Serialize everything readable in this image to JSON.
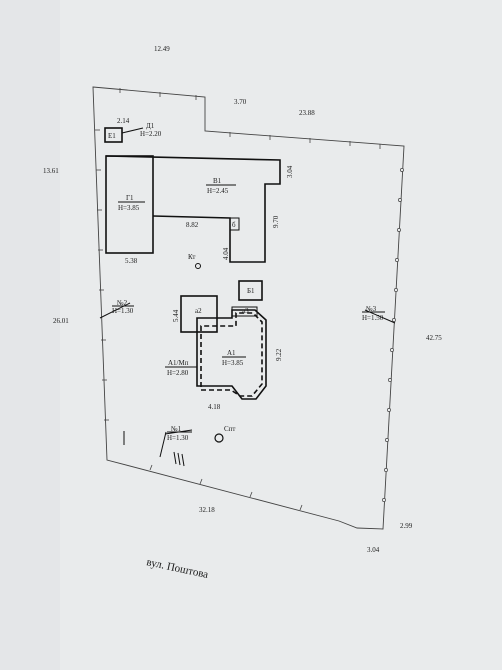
{
  "plot": {
    "edge_lengths": {
      "top": "12.49",
      "top_middle": "3.70",
      "top_right": "23.88",
      "left_upper": "13.61",
      "left_lower": "26.01",
      "right": "42.75",
      "bottom": "32.18",
      "bottom_right_a": "2.99",
      "bottom_right_b": "3.04"
    },
    "street": "вул. Поштова"
  },
  "buildings": {
    "E1": {
      "code": "Е1"
    },
    "D1": {
      "code": "Д1",
      "height": "Н=2.20",
      "width": "2.14"
    },
    "B1": {
      "code": "В1",
      "height": "Н=2.45",
      "side": "3.04",
      "depth": "9.70",
      "inner": "8.82",
      "neck": "4.04"
    },
    "G1": {
      "code": "Г1",
      "height": "Н=3.85",
      "width": "5.38"
    },
    "shed_b": {
      "code": "б"
    },
    "kt": {
      "code": "Кт"
    },
    "B1_small": {
      "code": "Б1"
    },
    "a2": {
      "code": "а2"
    },
    "a3": {
      "code": "а3"
    },
    "A1": {
      "code": "А1",
      "height": "Н=3.85",
      "depth": "9.22",
      "width": "4.18"
    },
    "A1_mansard": {
      "code": "А1/Мп",
      "height": "Н=2.80",
      "side": "5.44"
    },
    "septic": {
      "code": "Спт"
    }
  },
  "fences": {
    "f1": {
      "code": "№1",
      "height": "Н=1.30"
    },
    "f2": {
      "code": "№2",
      "height": "Н=1.30"
    },
    "f3": {
      "code": "№3",
      "height": "Н=1.50"
    }
  },
  "colors": {
    "paper": "#e9ebec",
    "ink": "#111111"
  }
}
